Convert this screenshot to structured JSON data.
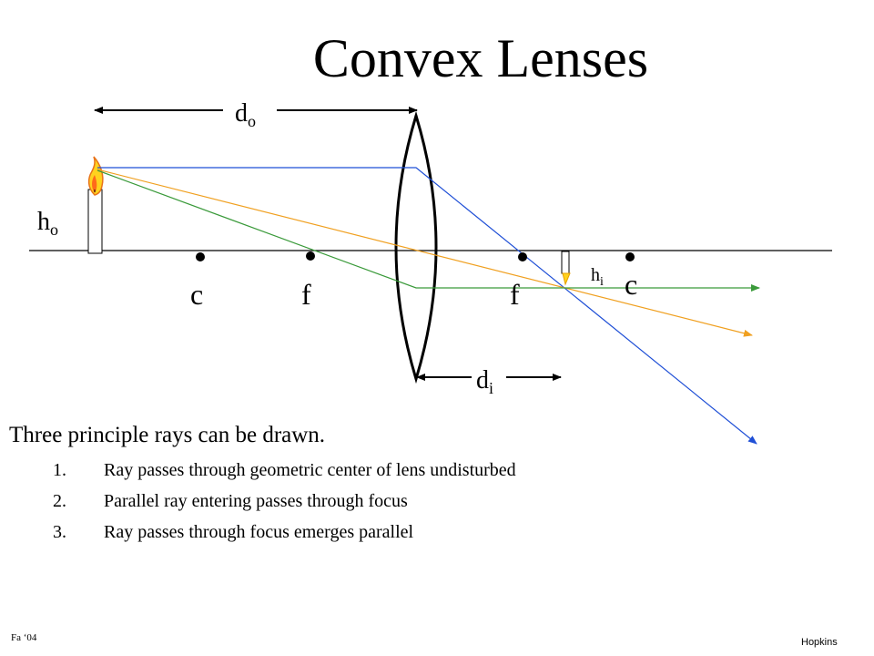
{
  "title": "Convex Lenses",
  "labels": {
    "d_o": {
      "main": "d",
      "sub": "o"
    },
    "h_o": {
      "main": "h",
      "sub": "o"
    },
    "h_i": {
      "main": "h",
      "sub": "i"
    },
    "d_i": {
      "main": "d",
      "sub": "i"
    },
    "c_left": "c",
    "f_left": "f",
    "f_right": "f",
    "c_right": "c"
  },
  "ray_colors": {
    "parallel_ray": "#1f4fd6",
    "center_ray": "#f0a020",
    "focus_ray": "#3a9a3a"
  },
  "intro": "Three principle rays can be drawn.",
  "steps": [
    {
      "num": "1.",
      "text": "Ray passes through geometric center of lens undisturbed"
    },
    {
      "num": "2.",
      "text": "Parallel ray entering passes through focus"
    },
    {
      "num": "3.",
      "text": "Ray passes through focus emerges parallel"
    }
  ],
  "footer_left": "Fa ‘04",
  "footer_right": "Hopkins"
}
